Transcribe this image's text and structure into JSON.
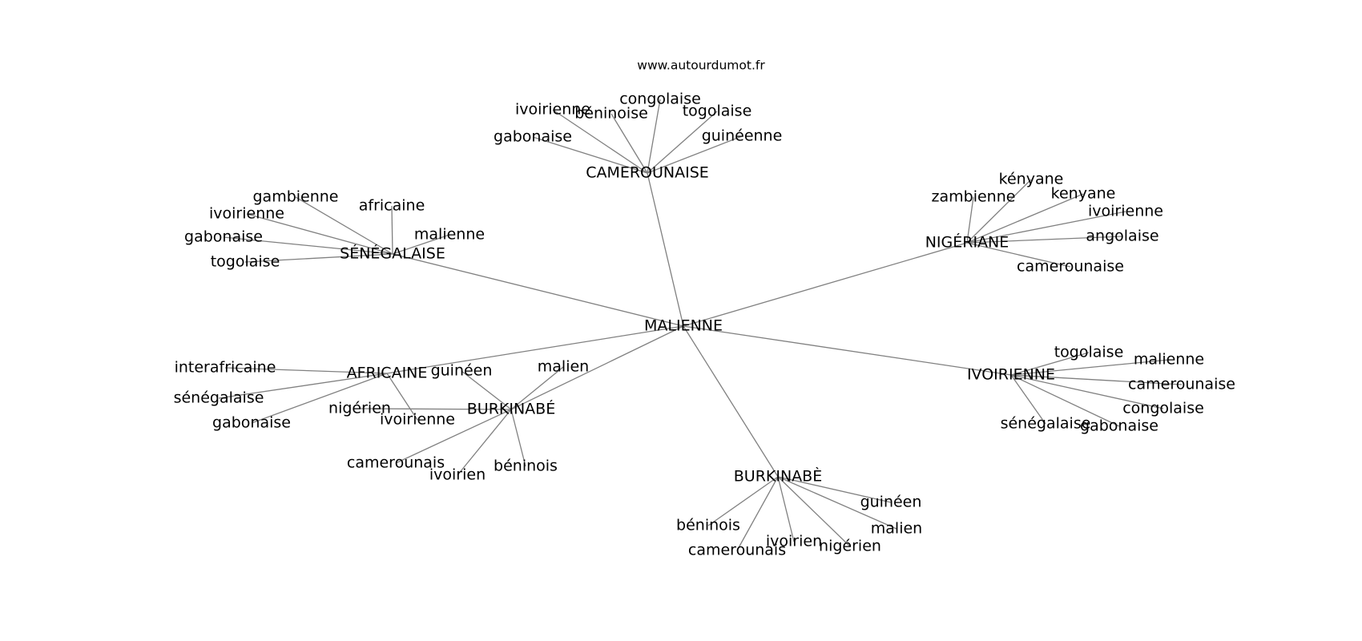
{
  "site": "www.autourdumot.fr",
  "nodes": {
    "malienne": "MALIENNE",
    "camerounaise": "CAMEROUNAISE",
    "cam_ivoirienne": "ivoirienne",
    "cam_congolaise": "congolaise",
    "cam_beninoise": "béninoise",
    "cam_togolaise": "togolaise",
    "cam_gabonaise": "gabonaise",
    "cam_guineenne": "guinéenne",
    "senegalaise": "SÉNÉGALAISE",
    "sen_gambienne": "gambienne",
    "sen_africaine": "africaine",
    "sen_ivoirienne": "ivoirienne",
    "sen_malienne": "malienne",
    "sen_gabonaise": "gabonaise",
    "sen_togolaise": "togolaise",
    "nigeriane": "NIGÉRIANE",
    "nig_kenyane_acc": "kényane",
    "nig_zambienne": "zambienne",
    "nig_kenyane": "kenyane",
    "nig_ivoirienne": "ivoirienne",
    "nig_angolaise": "angolaise",
    "nig_camerounaise": "camerounaise",
    "africaine": "AFRICAINE",
    "afr_interafricaine": "interafricaine",
    "afr_senegalaise": "sénégalaise",
    "afr_gabonaise": "gabonaise",
    "afr_ivoirienne": "ivoirienne",
    "burkinabe1": "BURKINABÉ",
    "bk1_guineen": "guinéen",
    "bk1_malien": "malien",
    "bk1_nigerien": "nigérien",
    "bk1_camerounais": "camerounais",
    "bk1_ivoirien": "ivoirien",
    "bk1_beninois": "béninois",
    "ivoirienne": "IVOIRIENNE",
    "iv_togolaise": "togolaise",
    "iv_malienne": "malienne",
    "iv_camerounaise": "camerounaise",
    "iv_congolaise": "congolaise",
    "iv_senegalaise": "sénégalaise",
    "iv_gabonaise": "gabonaise",
    "burkinabe2": "BURKINABÈ",
    "bk2_guineen": "guinéen",
    "bk2_beninois": "béninois",
    "bk2_malien": "malien",
    "bk2_ivoirien": "ivoirien",
    "bk2_nigerien": "nigérien",
    "bk2_camerounais": "camerounais"
  },
  "edges": [
    [
      "malienne",
      "camerounaise"
    ],
    [
      "malienne",
      "senegalaise"
    ],
    [
      "malienne",
      "nigeriane"
    ],
    [
      "malienne",
      "africaine"
    ],
    [
      "malienne",
      "burkinabe1"
    ],
    [
      "malienne",
      "ivoirienne"
    ],
    [
      "malienne",
      "burkinabe2"
    ],
    [
      "camerounaise",
      "cam_ivoirienne"
    ],
    [
      "camerounaise",
      "cam_congolaise"
    ],
    [
      "camerounaise",
      "cam_beninoise"
    ],
    [
      "camerounaise",
      "cam_togolaise"
    ],
    [
      "camerounaise",
      "cam_gabonaise"
    ],
    [
      "camerounaise",
      "cam_guineenne"
    ],
    [
      "senegalaise",
      "sen_gambienne"
    ],
    [
      "senegalaise",
      "sen_africaine"
    ],
    [
      "senegalaise",
      "sen_ivoirienne"
    ],
    [
      "senegalaise",
      "sen_malienne"
    ],
    [
      "senegalaise",
      "sen_gabonaise"
    ],
    [
      "senegalaise",
      "sen_togolaise"
    ],
    [
      "nigeriane",
      "nig_kenyane_acc"
    ],
    [
      "nigeriane",
      "nig_zambienne"
    ],
    [
      "nigeriane",
      "nig_kenyane"
    ],
    [
      "nigeriane",
      "nig_ivoirienne"
    ],
    [
      "nigeriane",
      "nig_angolaise"
    ],
    [
      "nigeriane",
      "nig_camerounaise"
    ],
    [
      "africaine",
      "afr_interafricaine"
    ],
    [
      "africaine",
      "afr_senegalaise"
    ],
    [
      "africaine",
      "afr_gabonaise"
    ],
    [
      "africaine",
      "afr_ivoirienne"
    ],
    [
      "burkinabe1",
      "bk1_guineen"
    ],
    [
      "burkinabe1",
      "bk1_malien"
    ],
    [
      "burkinabe1",
      "bk1_nigerien"
    ],
    [
      "burkinabe1",
      "bk1_camerounais"
    ],
    [
      "burkinabe1",
      "bk1_ivoirien"
    ],
    [
      "burkinabe1",
      "bk1_beninois"
    ],
    [
      "ivoirienne",
      "iv_togolaise"
    ],
    [
      "ivoirienne",
      "iv_malienne"
    ],
    [
      "ivoirienne",
      "iv_camerounaise"
    ],
    [
      "ivoirienne",
      "iv_congolaise"
    ],
    [
      "ivoirienne",
      "iv_senegalaise"
    ],
    [
      "ivoirienne",
      "iv_gabonaise"
    ],
    [
      "burkinabe2",
      "bk2_guineen"
    ],
    [
      "burkinabe2",
      "bk2_beninois"
    ],
    [
      "burkinabe2",
      "bk2_malien"
    ],
    [
      "burkinabe2",
      "bk2_ivoirien"
    ],
    [
      "burkinabe2",
      "bk2_nigerien"
    ],
    [
      "burkinabe2",
      "bk2_camerounais"
    ]
  ]
}
